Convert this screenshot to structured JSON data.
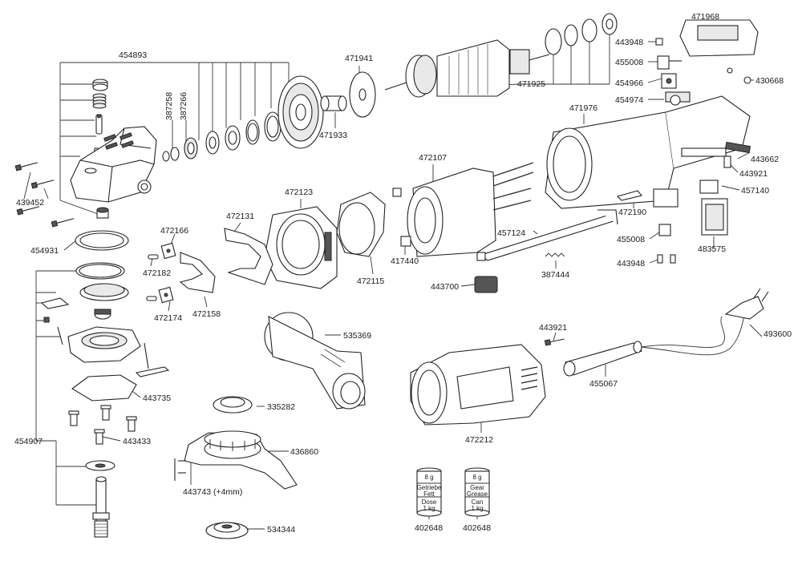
{
  "labels": {
    "l454893": "454893",
    "l387258": "387258",
    "l387266": "387266",
    "l439452": "439452",
    "l454931": "454931",
    "l454907": "454907",
    "l443735": "443735",
    "l443433": "443433",
    "l443743": "443743 (+4mm)",
    "l436860": "436860",
    "l534344": "534344",
    "l335282": "335282",
    "l535369": "535369",
    "l472166": "472166",
    "l472182": "472182",
    "l472174": "472174",
    "l472158": "472158",
    "l472131": "472131",
    "l472123": "472123",
    "l472115": "472115",
    "l417440": "417440",
    "l472107": "472107",
    "l471941": "471941",
    "l471933": "471933",
    "l471925": "471925",
    "l471976": "471976",
    "l471968": "471968",
    "l443948a": "443948",
    "l455008a": "455008",
    "l454966": "454966",
    "l454974": "454974",
    "l430668": "430668",
    "l443662": "443662",
    "l443921a": "443921",
    "l457140": "457140",
    "l472190": "472190",
    "l455008b": "455008",
    "l483575": "483575",
    "l443948b": "443948",
    "l457124": "457124",
    "l387444": "387444",
    "l443700": "443700",
    "l443921b": "443921",
    "l455067": "455067",
    "l493600": "493600",
    "l472212": "472212",
    "l402648a": "402648",
    "l402648b": "402648"
  },
  "cans": {
    "left": {
      "weight": "8 g",
      "line1": "Getriebe",
      "line2": "Fett",
      "line3": "Dose",
      "line4": "1 kg"
    },
    "right": {
      "weight": "8 g",
      "line1": "Gear",
      "line2": "Grease",
      "line3": "Can",
      "line4": "1 kg"
    }
  }
}
